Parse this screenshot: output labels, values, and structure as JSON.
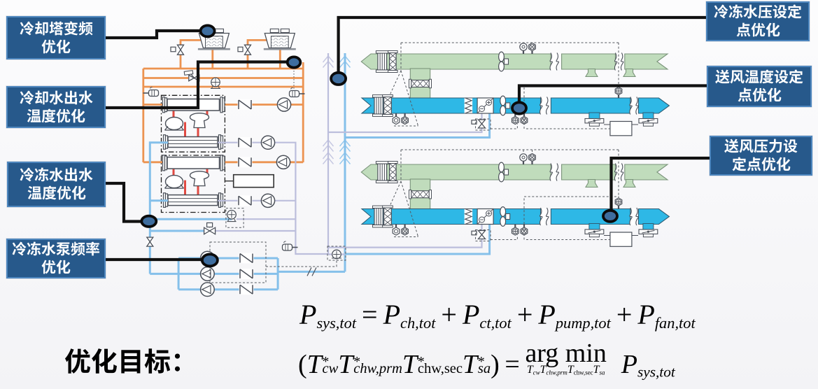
{
  "slide": {
    "type": "hvac-optimization-diagram",
    "background_top": "#fcfcfd",
    "background_bottom": "#f3f3f6"
  },
  "colors": {
    "callout_fill": "#27598B",
    "callout_border": "#4D86BE",
    "callout_text": "#ffffff",
    "marker_dot": "#3E6D9E",
    "condenser_water": "#EC9351",
    "refrigerant": "#E04A42",
    "chilled_water_supply": "#85C0EA",
    "chilled_water_return": "#BCBEDC",
    "supply_duct": "#2EB8E6",
    "return_duct": "#C0DCBC"
  },
  "callouts": [
    {
      "id": "cooling-tower-vfd",
      "side": "left",
      "lines": [
        "冷却塔变频",
        "优化"
      ]
    },
    {
      "id": "condenser-water-temp",
      "side": "left",
      "lines": [
        "冷却水出水",
        "温度优化"
      ]
    },
    {
      "id": "chilled-water-temp",
      "side": "left",
      "lines": [
        "冷冻水出水",
        "温度优化"
      ]
    },
    {
      "id": "chilled-water-pump-freq",
      "side": "left",
      "lines": [
        "冷冻水泵频率",
        "优化"
      ]
    },
    {
      "id": "chilled-water-pressure-setpoint",
      "side": "right",
      "lines": [
        "冷冻水压设定",
        "点优化"
      ]
    },
    {
      "id": "supply-air-temp-setpoint",
      "side": "right",
      "lines": [
        "送风温度设定",
        "点优化"
      ]
    },
    {
      "id": "supply-air-pressure-setpoint",
      "side": "right",
      "lines": [
        "送风压力设",
        "定点优化"
      ]
    }
  ],
  "objective": {
    "label": "优化目标："
  },
  "equations": {
    "line1_text": "P_sys,tot = P_ch,tot + P_ct,tot + P_pump,tot + P_fan,tot",
    "line2_text": "(T*_cw T*_chw,prm T*_chw,sec T*_sa) = arg min_{T_cw T_chw,prm T_chw,sec T_sa} P_sys,tot",
    "eq1": {
      "b0": "P",
      "s0": "sys,tot",
      "r0": "=",
      "b1": "P",
      "s1": "ch,tot",
      "r1": "+",
      "b2": "P",
      "s2": "ct,tot",
      "r2": "+",
      "b3": "P",
      "s3": "pump,tot",
      "r3": "+",
      "b4": "P",
      "s4": "fan,tot"
    },
    "eq2": {
      "open": "(",
      "b1": "T",
      "p1": "*",
      "s1": "cw",
      "b2": "T",
      "p2": "*",
      "s2": "chw,prm",
      "b3": "T",
      "p3": "*",
      "s3": "chw,sec",
      "b4": "T",
      "p4": "*",
      "s4": "sa",
      "close": ")",
      "rel": "=",
      "op": "arg min",
      "u1b": "T",
      "u1s": "cw",
      "u2b": "T",
      "u2s": "chw,prm",
      "u3b": "T",
      "u3s": "chw,sec",
      "u4b": "T",
      "u4s": "sa",
      "rb": "P",
      "rs": "sys,tot"
    }
  }
}
